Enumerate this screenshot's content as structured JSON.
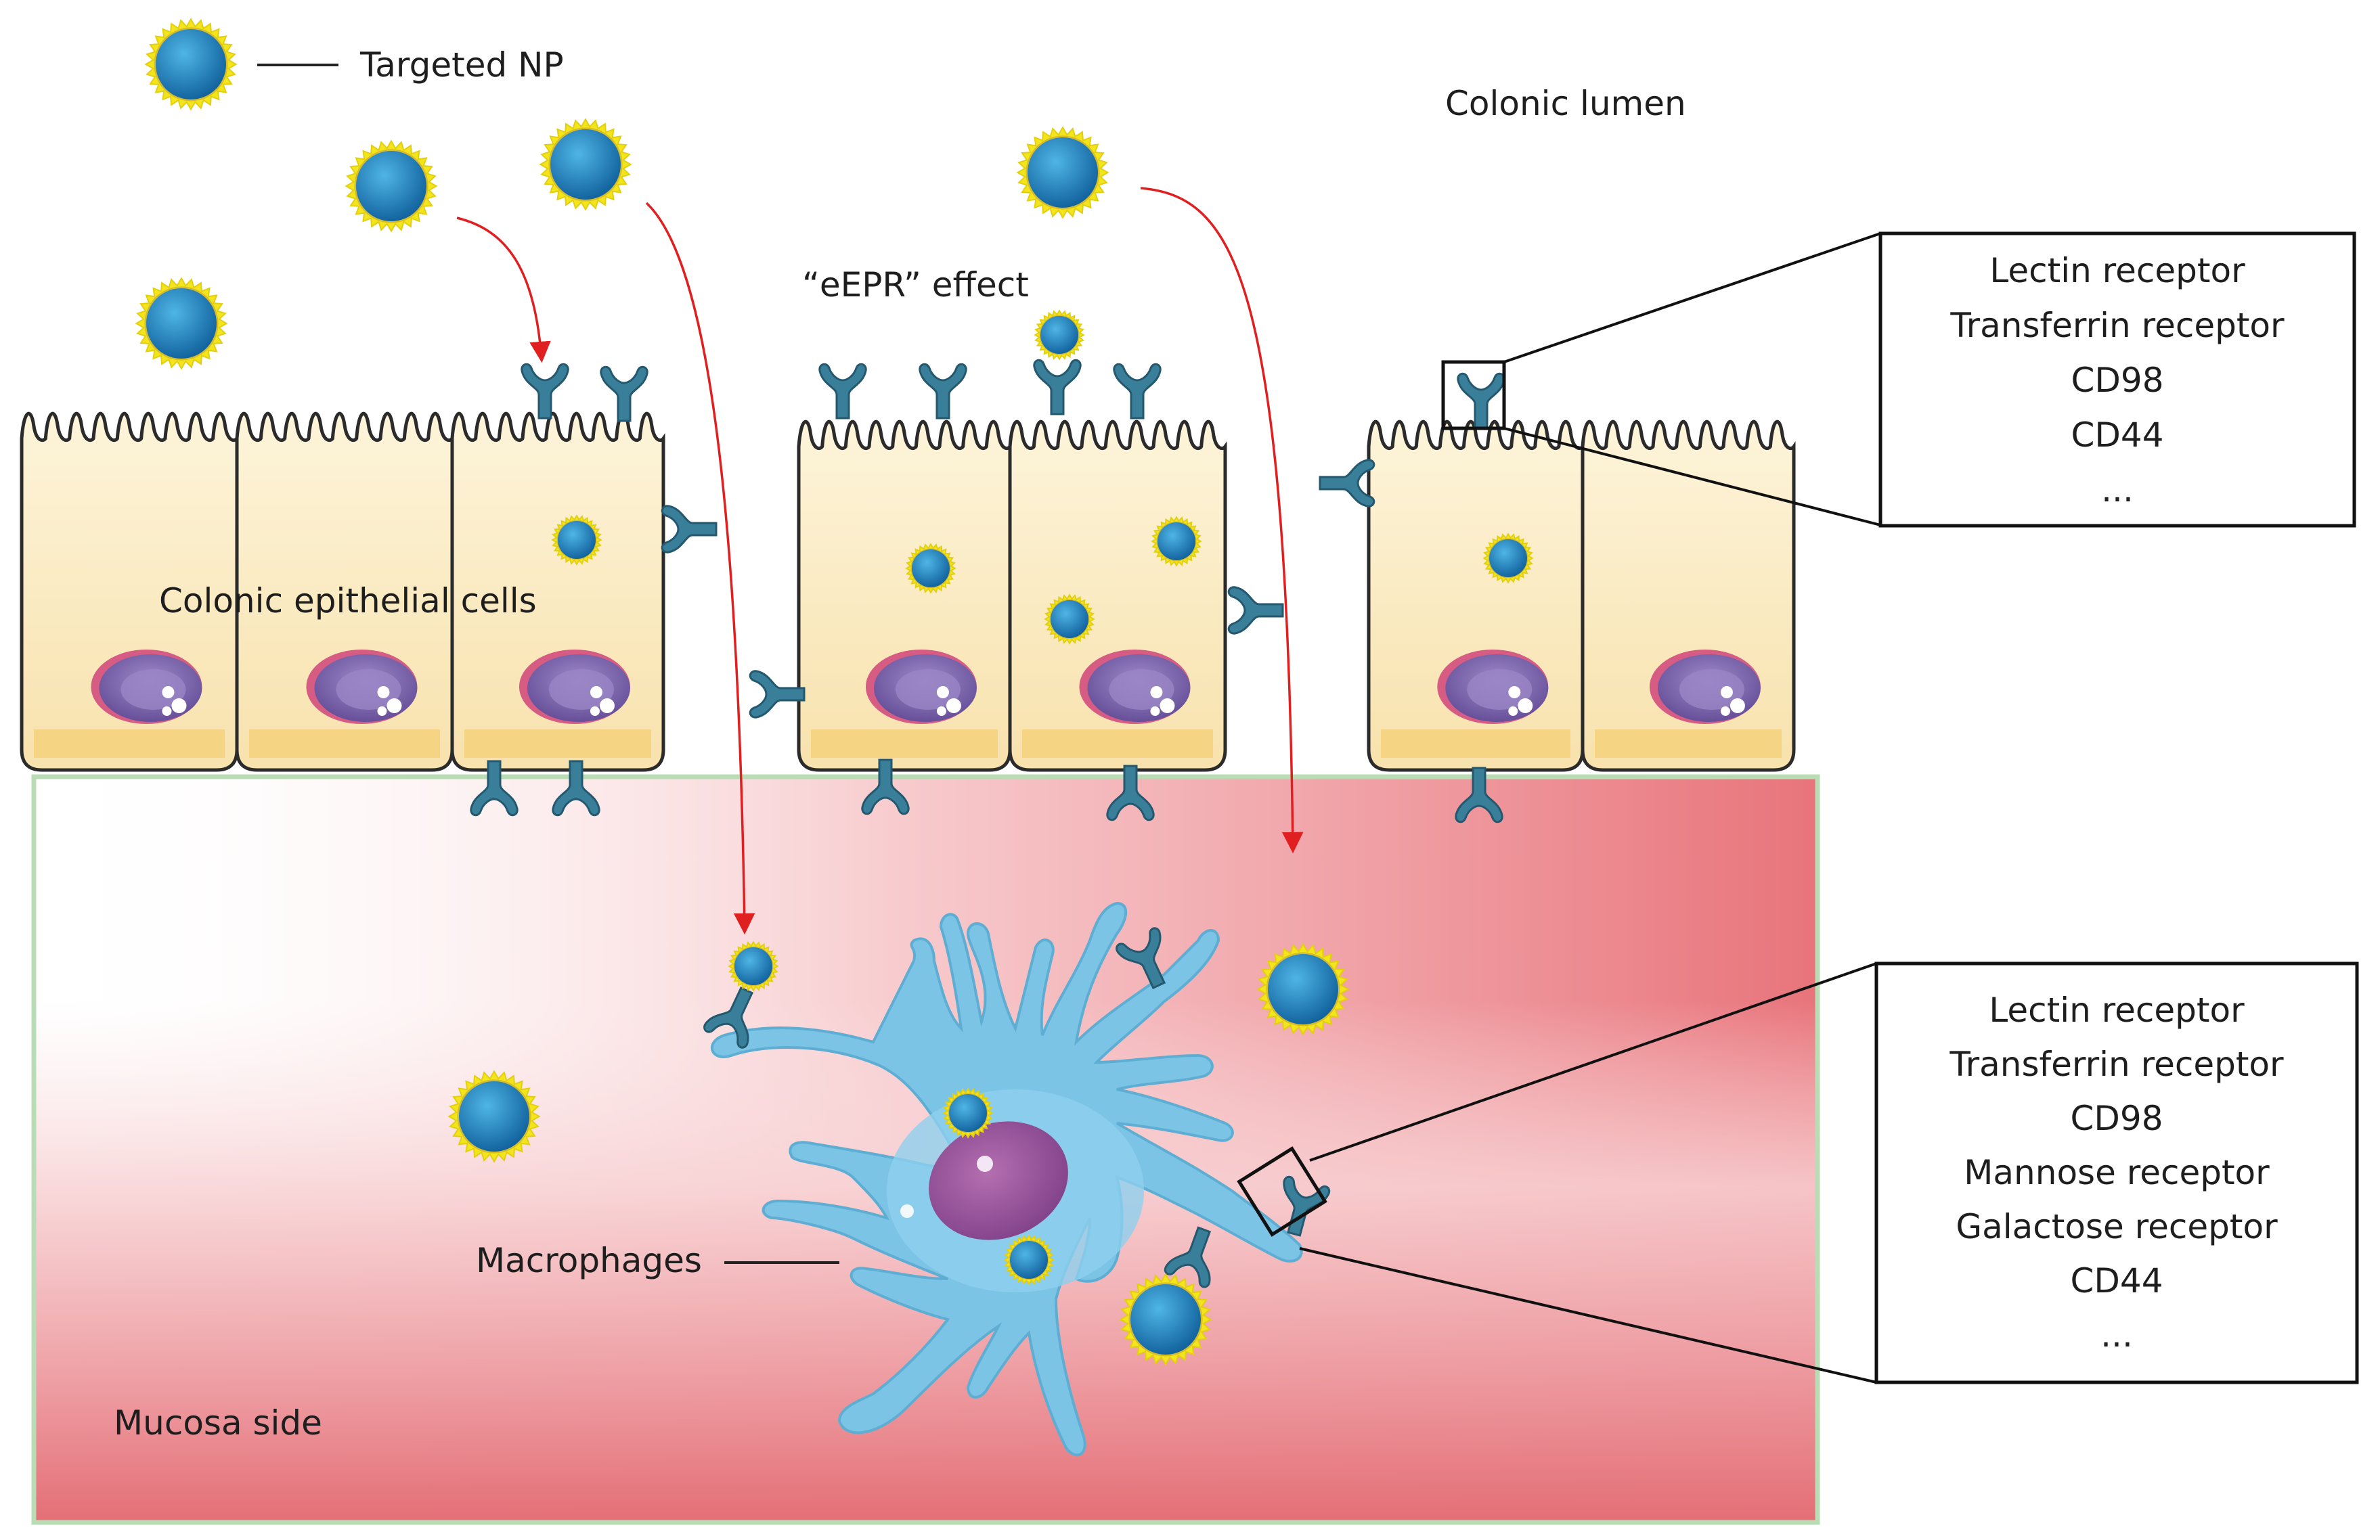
{
  "labels": {
    "targeted_np": "Targeted NP",
    "colonic_lumen": "Colonic lumen",
    "eepr_effect": "“eEPR” effect",
    "epithelial_cells": "Colonic epithelial cells",
    "macrophages": "Macrophages",
    "mucosa_side": "Mucosa side"
  },
  "epithelial_receptor_box": {
    "items": [
      "Lectin receptor",
      "Transferrin receptor",
      "CD98",
      "CD44",
      "..."
    ]
  },
  "macrophage_receptor_box": {
    "items": [
      "Lectin receptor",
      "Transferrin receptor",
      "CD98",
      "Mannose receptor",
      "Galactose receptor",
      "CD44",
      "..."
    ]
  },
  "colors": {
    "nanoparticle_core": "#1a86c3",
    "nanoparticle_coating": "#f2e51c",
    "receptor": "#3a7f9a",
    "cell_fill": "#fbecc4",
    "cell_outline": "#2b2b2b",
    "nucleus": "#7a62a6",
    "macrophage": "#7cc4e6",
    "mucosa_gradient_dark": "#e8747b",
    "arrow": "#e02020",
    "mucosa_border": "#b9dcb4"
  }
}
